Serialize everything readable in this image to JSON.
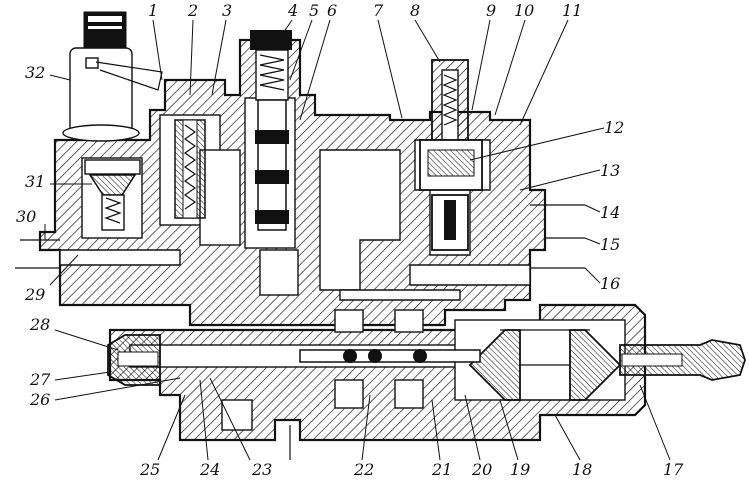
{
  "figure": {
    "callouts": [
      {
        "id": "1",
        "label": "1"
      },
      {
        "id": "2",
        "label": "2"
      },
      {
        "id": "3",
        "label": "3"
      },
      {
        "id": "4",
        "label": "4"
      },
      {
        "id": "5",
        "label": "5"
      },
      {
        "id": "6",
        "label": "6"
      },
      {
        "id": "7",
        "label": "7"
      },
      {
        "id": "8",
        "label": "8"
      },
      {
        "id": "9",
        "label": "9"
      },
      {
        "id": "10",
        "label": "10"
      },
      {
        "id": "11",
        "label": "11"
      },
      {
        "id": "12",
        "label": "12"
      },
      {
        "id": "13",
        "label": "13"
      },
      {
        "id": "14",
        "label": "14"
      },
      {
        "id": "15",
        "label": "15"
      },
      {
        "id": "16",
        "label": "16"
      },
      {
        "id": "17",
        "label": "17"
      },
      {
        "id": "18",
        "label": "18"
      },
      {
        "id": "19",
        "label": "19"
      },
      {
        "id": "20",
        "label": "20"
      },
      {
        "id": "21",
        "label": "21"
      },
      {
        "id": "22",
        "label": "22"
      },
      {
        "id": "23",
        "label": "23"
      },
      {
        "id": "24",
        "label": "24"
      },
      {
        "id": "25",
        "label": "25"
      },
      {
        "id": "26",
        "label": "26"
      },
      {
        "id": "27",
        "label": "27"
      },
      {
        "id": "28",
        "label": "28"
      },
      {
        "id": "29",
        "label": "29"
      },
      {
        "id": "30",
        "label": "30"
      },
      {
        "id": "31",
        "label": "31"
      },
      {
        "id": "32",
        "label": "32"
      }
    ]
  }
}
